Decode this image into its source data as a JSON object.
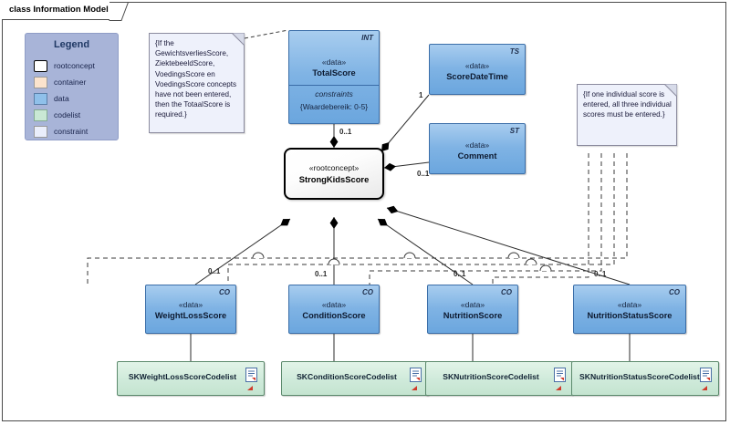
{
  "frame": {
    "label": "class Information Model"
  },
  "legend": {
    "title": "Legend",
    "items": [
      {
        "label": "rootconcept",
        "color": "#ffffff"
      },
      {
        "label": "container",
        "color": "#fbe3cd"
      },
      {
        "label": "data",
        "color": "#8fc0ea"
      },
      {
        "label": "codelist",
        "color": "#c9e8d4"
      },
      {
        "label": "constraint",
        "color": "#eaeefb"
      }
    ]
  },
  "notes": [
    {
      "name": "note-totalscore-constraint",
      "text": "{If the GewichtsverliesScore, ZiektebeeldScore, VoedingsScore en VoedingsScore concepts have not been entered, then the TotaalScore is required.}"
    },
    {
      "name": "note-individual-scores-constraint",
      "text": "{If one individual score is entered, all three individual scores must be entered.}"
    }
  ],
  "classes": {
    "root": {
      "stereotype": "«rootconcept»",
      "name": "StrongKidsScore"
    },
    "total_score": {
      "stereotype": "«data»",
      "name": "TotalScore",
      "tag": "INT",
      "compartment_title": "constraints",
      "compartment_body": "{Waardebereik: 0-5}"
    },
    "score_date_time": {
      "stereotype": "«data»",
      "name": "ScoreDateTime",
      "tag": "TS"
    },
    "comment": {
      "stereotype": "«data»",
      "name": "Comment",
      "tag": "ST"
    },
    "weight_loss_score": {
      "stereotype": "«data»",
      "name": "WeightLossScore",
      "tag": "CO"
    },
    "condition_score": {
      "stereotype": "«data»",
      "name": "ConditionScore",
      "tag": "CO"
    },
    "nutrition_score": {
      "stereotype": "«data»",
      "name": "NutritionScore",
      "tag": "CO"
    },
    "nutrition_status_score": {
      "stereotype": "«data»",
      "name": "NutritionStatusScore",
      "tag": "CO"
    }
  },
  "codelists": [
    {
      "name": "SKWeightLossScoreCodelist"
    },
    {
      "name": "SKConditionScoreCodelist"
    },
    {
      "name": "SKNutritionScoreCodelist"
    },
    {
      "name": "SKNutritionStatusScoreCodelist"
    }
  ],
  "multiplicities": {
    "total_score": "0..1",
    "score_date_time": "1",
    "comment": "0..1",
    "weight_loss_score": "0..1",
    "condition_score": "0..1",
    "nutrition_score": "0..1",
    "nutrition_status_score": "0..1"
  },
  "icons": {
    "document": "document-icon",
    "red_mark": "red-corner-marker-icon"
  }
}
